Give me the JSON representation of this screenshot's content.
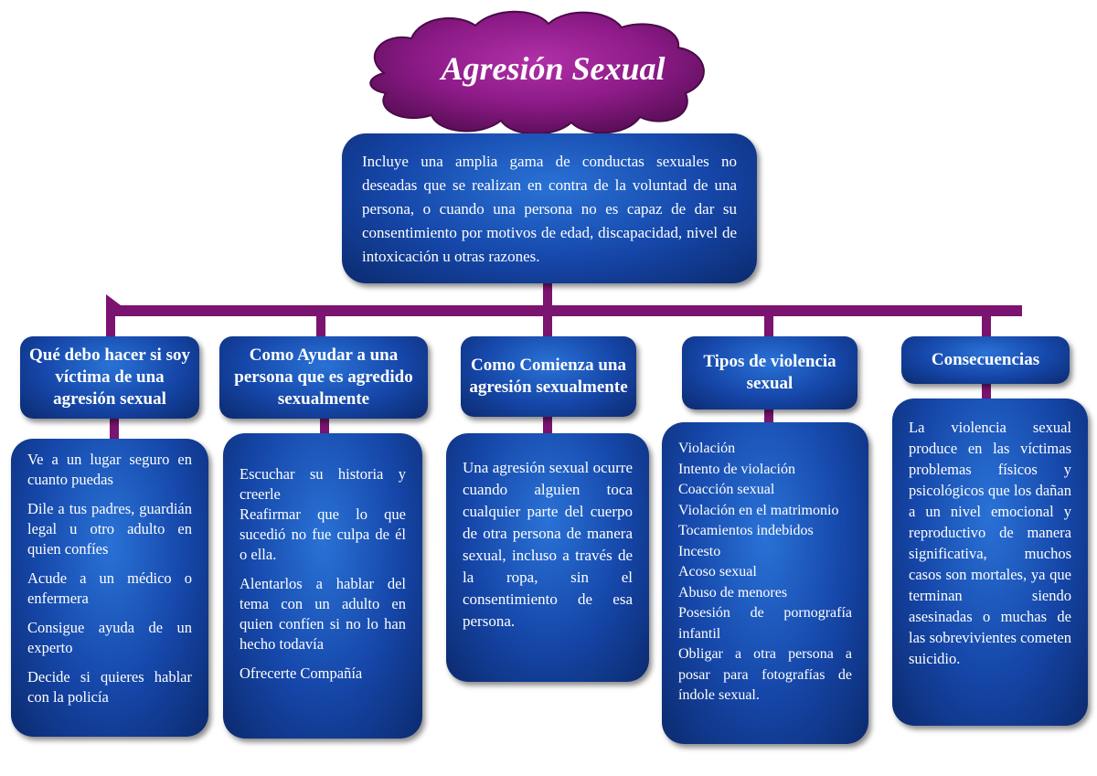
{
  "title": "Agresión Sexual",
  "intro": "Incluye una amplia gama de conductas sexuales no deseadas que se realizan en contra de la voluntad de una persona, o cuando una persona no es capaz de dar su consentimiento por motivos de edad, discapacidad, nivel de intoxicación u otras razones.",
  "columns": [
    {
      "header": "Qué debo hacer si soy víctima de una agresión sexual",
      "items": [
        "Ve a un lugar seguro en cuanto puedas",
        "Dile a tus padres, guardián legal u otro adulto en quien confíes",
        "Acude a un médico o enfermera",
        "Consigue ayuda de un experto",
        "Decide si quieres hablar con la policía"
      ]
    },
    {
      "header": "Como Ayudar a una persona que es agredido sexualmente",
      "items": [
        "Escuchar su historia y creerle",
        "Reafirmar que lo que sucedió no fue culpa de él o ella.",
        "Alentarlos a hablar del tema con un adulto en quien confíen si no lo han hecho todavía",
        "Ofrecerte Compañía"
      ]
    },
    {
      "header": "Como Comienza una agresión sexualmente",
      "items": [
        "Una agresión sexual ocurre cuando alguien toca cualquier parte del cuerpo de otra persona de manera sexual, incluso a través de la ropa, sin el consentimiento de esa persona."
      ]
    },
    {
      "header": "Tipos de violencia sexual",
      "items": [
        "Violación",
        "Intento de violación",
        "Coacción sexual",
        "Violación en el matrimonio",
        "Tocamientos indebidos",
        "Incesto",
        "Acoso sexual",
        "Abuso de menores",
        "Posesión de pornografía infantil",
        "Obligar a otra persona a posar para fotografías de índole sexual."
      ]
    },
    {
      "header": "Consecuencias",
      "items": [
        "La violencia sexual produce en las víctimas problemas físicos y psicológicos que los dañan a un nivel emocional y reproductivo de manera significativa, muchos casos son mortales, ya que terminan siendo asesinadas o muchas de las sobrevivientes cometen suicidio."
      ]
    }
  ],
  "colors": {
    "connector": "#7a1470",
    "cloud": "#8b1a86",
    "box": "#1546a8"
  }
}
